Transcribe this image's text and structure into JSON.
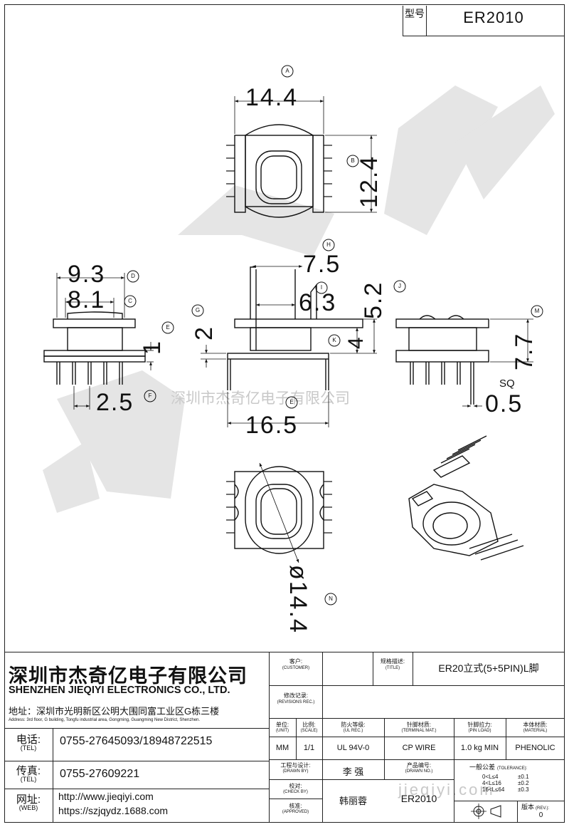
{
  "header": {
    "model_label": "型号",
    "model_value": "ER2010"
  },
  "drawing": {
    "callouts": {
      "a": "A",
      "b": "B",
      "c": "C",
      "d": "D",
      "e": "E",
      "f": "F",
      "g": "G",
      "h": "H",
      "i": "I",
      "j": "J",
      "k": "K",
      "m": "M",
      "n": "N"
    },
    "dims": {
      "width": "14.4",
      "height": "12.4",
      "d93": "9.3",
      "d81": "8.1",
      "d1": "1",
      "d25": "2.5",
      "d75": "7.5",
      "d63": "6.3",
      "d2": "2",
      "d4": "4",
      "d52": "5.2",
      "d165": "16.5",
      "d77": "7.7",
      "sq": "SQ",
      "d05": "0.5",
      "dia": "ø14.4"
    },
    "watermark_center": "深圳市杰奇亿电子有限公司",
    "watermark_corner": "jieqiyi.com"
  },
  "company": {
    "name_cn": "深圳市杰奇亿电子有限公司",
    "name_en": "SHENZHEN JIEQIYI ELECTRONICS CO., LTD.",
    "address_cn": "地址：深圳市光明新区公明大围同富工业区G栋三楼",
    "address_en": "Address: 3rd floor, G building, Tongfu industrial area, Gongming, Guangming New District, Shenzhen.",
    "tel_label": "电话:",
    "tel_label_en": "(TEL)",
    "tel": "0755-27645093/18948722515",
    "fax_label": "传真:",
    "fax_label_en": "(TEL)",
    "fax": "0755-27609221",
    "web_label": "网址:",
    "web_label_en": "(WEB)",
    "web1": "http://www.jieqiyi.com",
    "web2": "https://szjqydz.1688.com"
  },
  "titleblock": {
    "customer_label": "客户:",
    "customer_label_en": "(CUSTOMER)",
    "title_label": "规格描述:",
    "title_label_en": "(TITLE)",
    "title_value": "ER20立式(5+5PIN)L脚",
    "rev_label": "修改记录:",
    "rev_label_en": "(REVISIONS REC.)",
    "unit_label": "单位:",
    "unit_label_en": "(UNIT)",
    "unit_value": "MM",
    "scale_label": "比例:",
    "scale_label_en": "(SCALE)",
    "scale_value": "1/1",
    "ulrec_label": "防火等级:",
    "ulrec_label_en": "(UL REC.)",
    "ulrec_value": "UL 94V-0",
    "termmat_label": "针脚材质:",
    "termmat_label_en": "(TERMINAL MAT.)",
    "termmat_value": "CP WIRE",
    "pinload_label": "针脚拉力:",
    "pinload_label_en": "(PIN LOAD)",
    "pinload_value": "1.0 kg MIN",
    "material_label": "本体材质:",
    "material_label_en": "(MATERIAL)",
    "material_value": "PHENOLIC",
    "drawn_label": "工程与设计:",
    "drawn_label_en": "(DRAWN BY)",
    "drawn_value": "李 强",
    "check_label": "校对:",
    "check_label_en": "(CHECK BY)",
    "approved_label": "核准:",
    "approved_label_en": "(APPROVED)",
    "approved_value": "韩丽蓉",
    "drawno_label": "产品编号:",
    "drawno_label_en": "(DRAWN NO.)",
    "drawno_value": "ER2010",
    "tol_label": "一般公差",
    "tol_label_en": "(TOLERANCE):",
    "tol_rows": [
      {
        "range": "0<L≤4",
        "tol": "±0.1"
      },
      {
        "range": "4<L≤16",
        "tol": "±0.2"
      },
      {
        "range": "16<L≤64",
        "tol": "±0.3"
      }
    ],
    "ver_label": "版本",
    "ver_label_en": "(REV.):",
    "ver_value": "0"
  }
}
